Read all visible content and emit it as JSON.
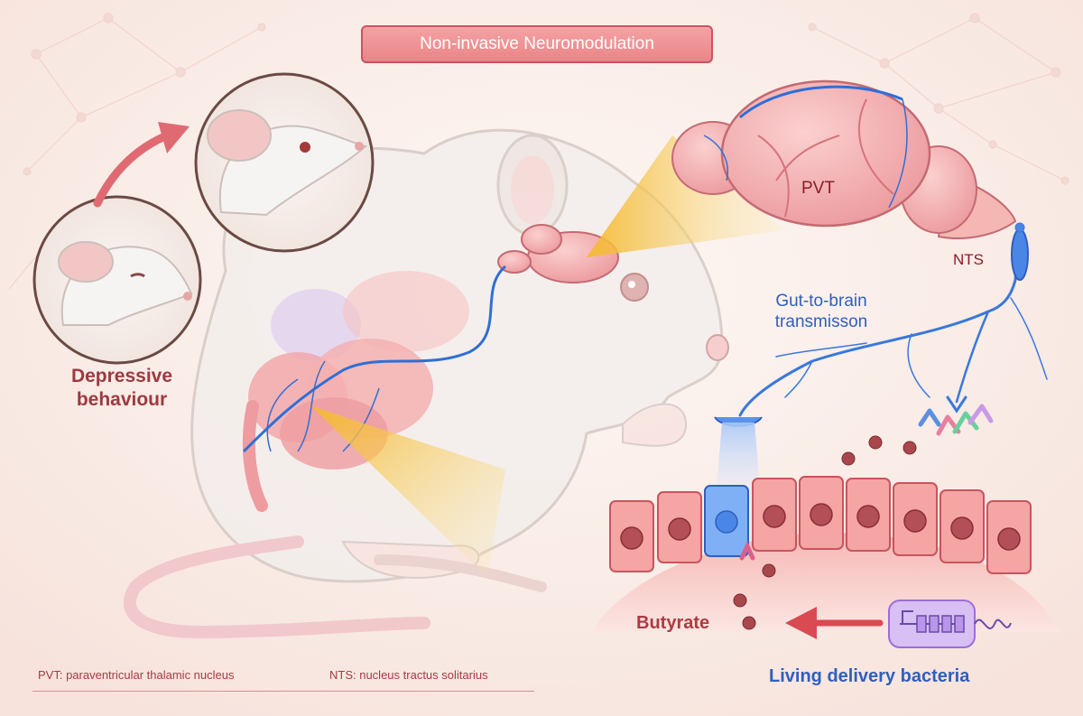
{
  "title": "Non-invasive Neuromodulation",
  "labels": {
    "depressive_line1": "Depressive",
    "depressive_line2": "behaviour",
    "pvt": "PVT",
    "nts": "NTS",
    "gut_line1": "Gut-to-brain",
    "gut_line2": "transmisson",
    "butyrate": "Butyrate",
    "bacteria": "Living delivery bacteria"
  },
  "footnotes": {
    "pvt": "PVT: paraventricular thalamic nucleus",
    "nts": "NTS: nucleus tractus solitarius"
  },
  "colors": {
    "accent_red": "#c95462",
    "nerve_blue": "#2f6fd6",
    "organ_pink": "#f0a2a6",
    "highlight_yellow": "#f5c542",
    "bacteria_purple": "#c9a6ee",
    "neuron_blue": "#7fb0f5"
  },
  "icons": [
    "arrow-up-icon",
    "arrow-left-icon",
    "promoter-arrow-icon"
  ]
}
